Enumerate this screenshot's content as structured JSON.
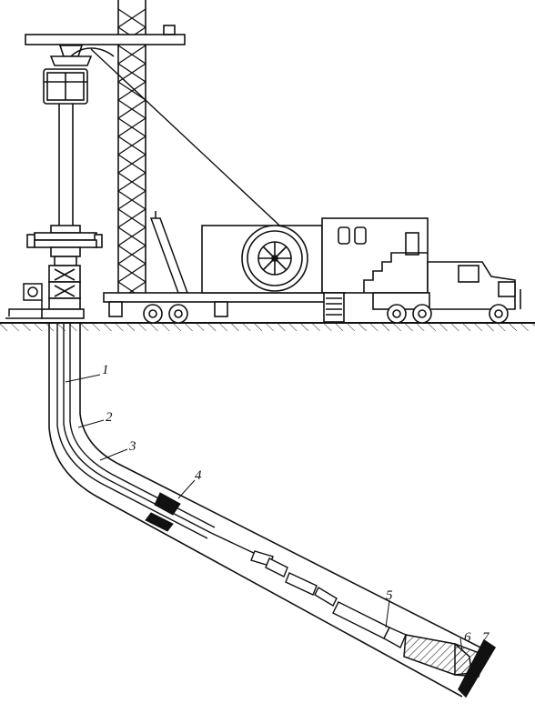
{
  "diagram": {
    "labels": [
      {
        "id": "1",
        "text": "1"
      },
      {
        "id": "2",
        "text": "2"
      },
      {
        "id": "3",
        "text": "3"
      },
      {
        "id": "4",
        "text": "4"
      },
      {
        "id": "5",
        "text": "5"
      },
      {
        "id": "6",
        "text": "6"
      },
      {
        "id": "7",
        "text": "7"
      }
    ],
    "colors": {
      "ink": "#1a1a1a",
      "paper": "#ffffff",
      "hatch": "#333333"
    }
  }
}
